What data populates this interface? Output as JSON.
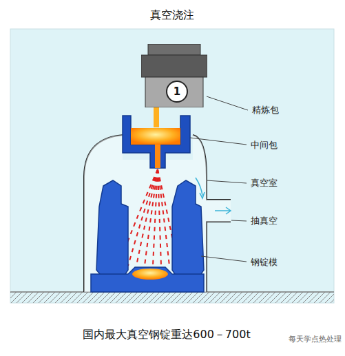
{
  "diagram": {
    "title": "真空浇注",
    "caption": "国内最大真空钢锭重达600－700t",
    "nodes": [
      {
        "text": [
          "1"
        ]
      }
    ],
    "labels": [
      "精炼包",
      "中间包",
      "真空室",
      "抽真空",
      "钢锭模",
      "每天学点热处理"
    ]
  }
}
